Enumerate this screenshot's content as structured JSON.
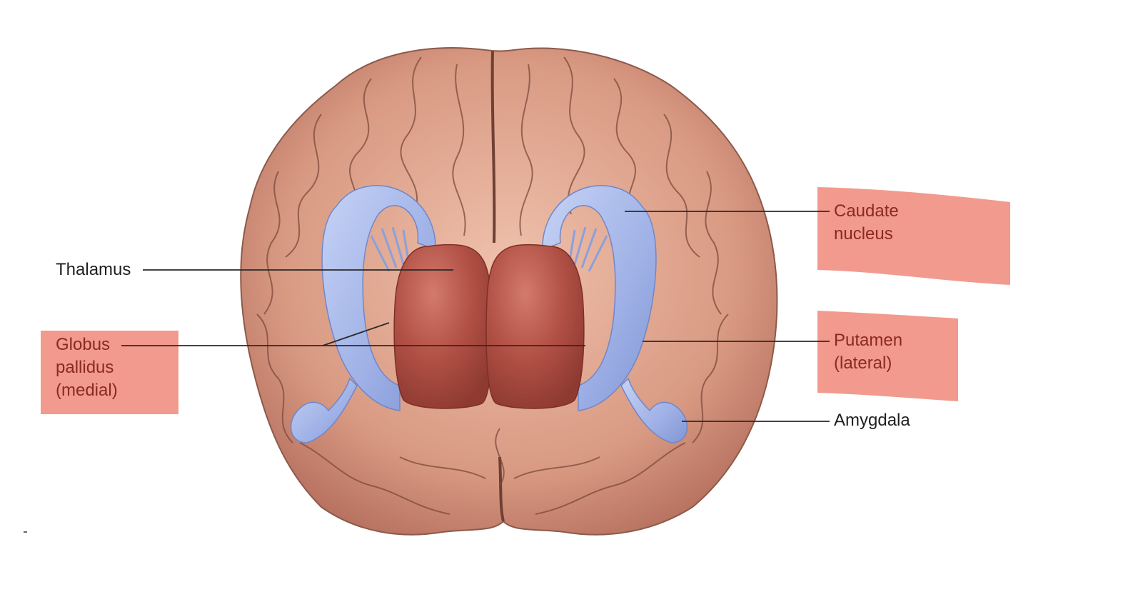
{
  "labels": {
    "thalamus": "Thalamus",
    "globus_pallidus": "Globus\npallidus\n(medial)",
    "caudate_nucleus": "Caudate\nnucleus",
    "putamen": "Putamen\n(lateral)",
    "amygdala": "Amygdala"
  },
  "colors": {
    "brain": "#d9a08a",
    "basal_ganglia": "#a9b9ea",
    "thalamus": "#b8564a",
    "label_highlight": "#f29a8e",
    "label_text_highlighted": "#8a2a22",
    "label_text": "#1f1f1f"
  }
}
